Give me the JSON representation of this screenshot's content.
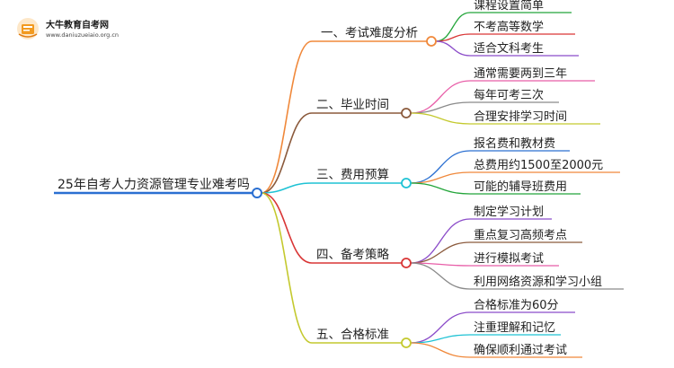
{
  "logo": {
    "title": "大牛教育自考网",
    "url": "www.daniuzueiaio.org.cn",
    "icon": "book-icon"
  },
  "mindmap": {
    "root": "25年自考人力资源管理专业难考吗",
    "branches": [
      {
        "label": "一、考试难度分析",
        "color": "#f0883a",
        "children": [
          {
            "label": "课程设置简单",
            "color": "#23a53a"
          },
          {
            "label": "不考高等数学",
            "color": "#d93636"
          },
          {
            "label": "适合文科考生",
            "color": "#8b4cc9"
          }
        ]
      },
      {
        "label": "二、毕业时间",
        "color": "#8b5a3c",
        "children": [
          {
            "label": "通常需要两到三年",
            "color": "#e85ea8"
          },
          {
            "label": "每年可考三次",
            "color": "#8a8a8a"
          },
          {
            "label": "合理安排学习时间",
            "color": "#c4c92e"
          }
        ]
      },
      {
        "label": "三、费用预算",
        "color": "#1ec2d4",
        "children": [
          {
            "label": "报名费和教材费",
            "color": "#2a6fd1"
          },
          {
            "label": "总费用约1500至2000元",
            "color": "#f0883a"
          },
          {
            "label": "可能的辅导班费用",
            "color": "#23a53a"
          }
        ]
      },
      {
        "label": "四、备考策略",
        "color": "#d93636",
        "children": [
          {
            "label": "制定学习计划",
            "color": "#8b4cc9"
          },
          {
            "label": "重点复习高频考点",
            "color": "#8b5a3c"
          },
          {
            "label": "进行模拟考试",
            "color": "#e85ea8"
          },
          {
            "label": "利用网络资源和学习小组",
            "color": "#8a8a8a"
          }
        ]
      },
      {
        "label": "五、合格标准",
        "color": "#c4c92e",
        "children": [
          {
            "label": "合格标准为60分",
            "color": "#8b4cc9"
          },
          {
            "label": "注重理解和记忆",
            "color": "#1ec2d4"
          },
          {
            "label": "确保顺利通过考试",
            "color": "#f0883a"
          }
        ]
      }
    ]
  }
}
